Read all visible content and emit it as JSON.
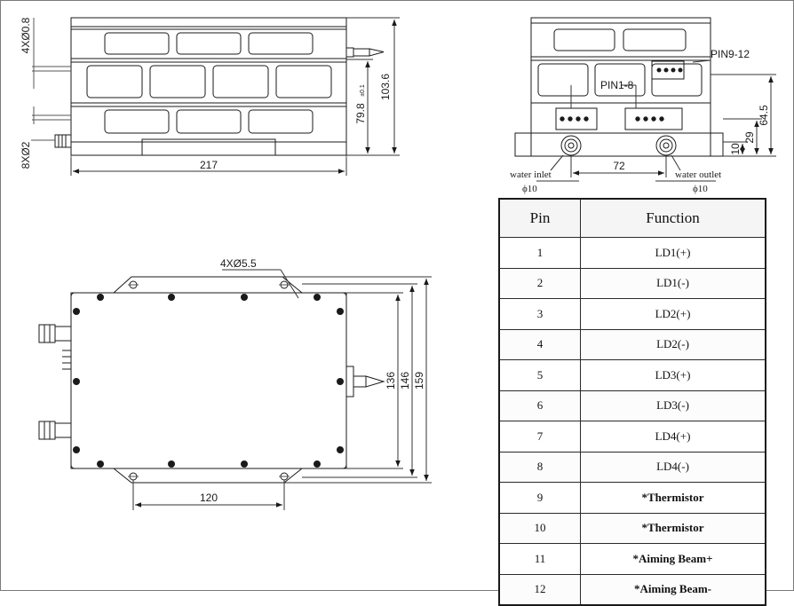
{
  "side_view": {
    "dims": {
      "width": "217",
      "height": "103.6",
      "inner_height": "79.8",
      "tolerance": "±0.1",
      "holes": "4XØ0.8",
      "pins": "8XØ2"
    }
  },
  "end_view": {
    "labels": {
      "pin9_12": "PIN9-12",
      "pin1_8": "PIN1-8",
      "water_inlet": "water inlet",
      "water_outlet": "water outlet",
      "port_dia_left": "ϕ10",
      "port_dia_right": "ϕ10"
    },
    "dims": {
      "port_spacing": "72",
      "height_total": "64.5",
      "height_mid": "29",
      "height_low": "10"
    }
  },
  "top_view": {
    "dims": {
      "mount_holes": "4XØ5.5",
      "hole_spacing": "120",
      "height_a": "136",
      "height_b": "146",
      "height_c": "159"
    }
  },
  "pin_table": {
    "headers": {
      "pin": "Pin",
      "function": "Function"
    },
    "rows": [
      {
        "pin": "1",
        "function": "LD1(+)",
        "bold": false
      },
      {
        "pin": "2",
        "function": "LD1(-)",
        "bold": false
      },
      {
        "pin": "3",
        "function": "LD2(+)",
        "bold": false
      },
      {
        "pin": "4",
        "function": "LD2(-)",
        "bold": false
      },
      {
        "pin": "5",
        "function": "LD3(+)",
        "bold": false
      },
      {
        "pin": "6",
        "function": "LD3(-)",
        "bold": false
      },
      {
        "pin": "7",
        "function": "LD4(+)",
        "bold": false
      },
      {
        "pin": "8",
        "function": "LD4(-)",
        "bold": false
      },
      {
        "pin": "9",
        "function": "*Thermistor",
        "bold": true
      },
      {
        "pin": "10",
        "function": "*Thermistor",
        "bold": true
      },
      {
        "pin": "11",
        "function": "*Aiming Beam+",
        "bold": true
      },
      {
        "pin": "12",
        "function": "*Aiming Beam-",
        "bold": true
      }
    ]
  }
}
